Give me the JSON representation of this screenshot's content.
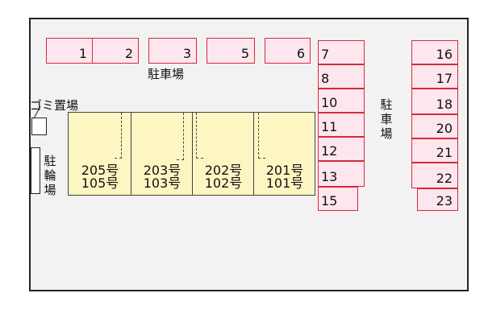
{
  "map": {
    "labels": {
      "parking_center": "駐車場",
      "parking_right": [
        "駐",
        "車",
        "場"
      ],
      "garbage": "ゴミ置場",
      "bicycle": [
        "駐",
        "輪",
        "場"
      ]
    },
    "parking_top": [
      "1",
      "2",
      "3",
      "5",
      "6"
    ],
    "parking_mid": [
      "7",
      "8",
      "10",
      "11",
      "12",
      "13",
      "15"
    ],
    "parking_right": [
      "16",
      "17",
      "18",
      "20",
      "21",
      "22",
      "23"
    ],
    "units": [
      {
        "upper": "205号",
        "lower": "105号"
      },
      {
        "upper": "203号",
        "lower": "103号"
      },
      {
        "upper": "202号",
        "lower": "102号"
      },
      {
        "upper": "201号",
        "lower": "101号"
      }
    ],
    "colors": {
      "slot_fill": "#fde6ee",
      "slot_border": "#d62a3c",
      "building_fill": "#fdf6c2",
      "frame_fill": "#f2f2f2"
    }
  }
}
